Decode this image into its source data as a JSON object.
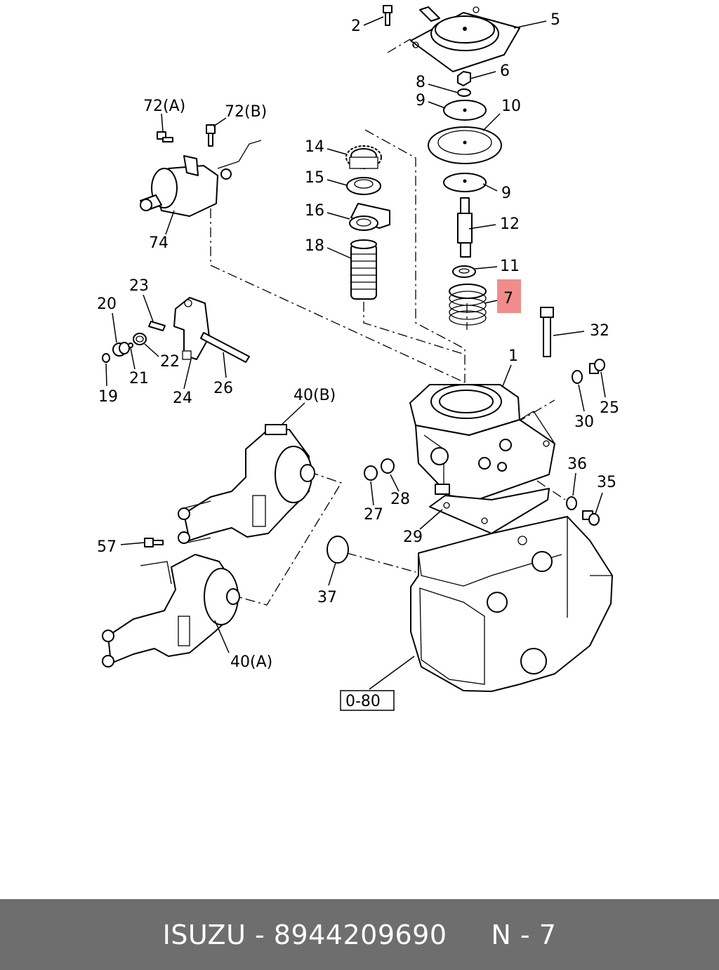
{
  "labels": {
    "l2": "2",
    "l5": "5",
    "l6": "6",
    "l8": "8",
    "l9a": "9",
    "l10": "10",
    "l9b": "9",
    "l12": "12",
    "l11": "11",
    "l7": "7",
    "l14": "14",
    "l15": "15",
    "l16": "16",
    "l18": "18",
    "l72a": "72(A)",
    "l72b": "72(B)",
    "l74": "74",
    "l23": "23",
    "l20": "20",
    "l22": "22",
    "l21": "21",
    "l19": "19",
    "l24": "24",
    "l26": "26",
    "l32": "32",
    "l1": "1",
    "l25": "25",
    "l30": "30",
    "l36": "36",
    "l35": "35",
    "l27": "27",
    "l28": "28",
    "l29": "29",
    "l40b": "40(B)",
    "l57": "57",
    "l37": "37",
    "l40a": "40(A)",
    "ref": "0-80"
  },
  "highlight_color": "#f08c8c",
  "footer": {
    "text": "ISUZU - 8944209690     N - 7",
    "background": "#6e6e6e",
    "text_color": "#ffffff"
  }
}
